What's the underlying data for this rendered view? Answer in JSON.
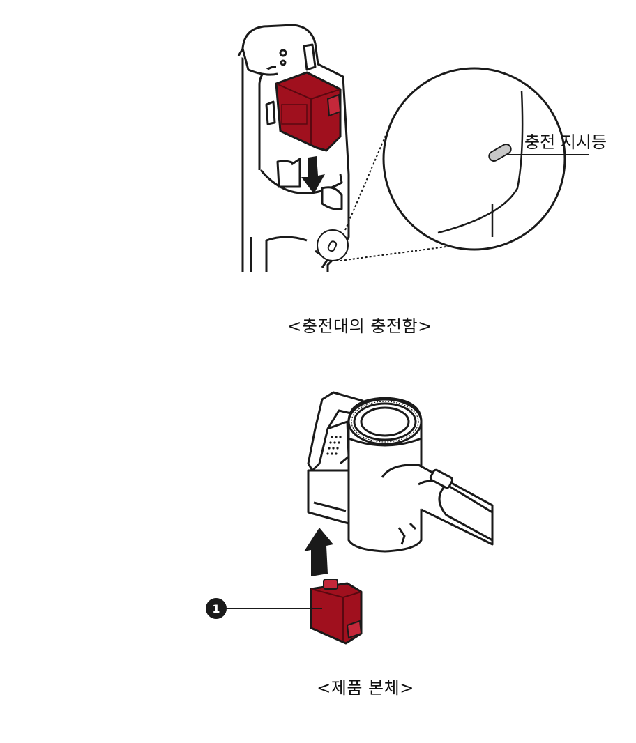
{
  "figure1": {
    "callout_label": "충전 지시등",
    "caption": "<충전대의 충전함>"
  },
  "figure2": {
    "marker_number": "1",
    "caption": "<제품 본체>"
  },
  "colors": {
    "battery": "#a0101e",
    "battery_dark": "#6e0a14",
    "line": "#1a1a1a",
    "marker": "#1a1a1a"
  }
}
